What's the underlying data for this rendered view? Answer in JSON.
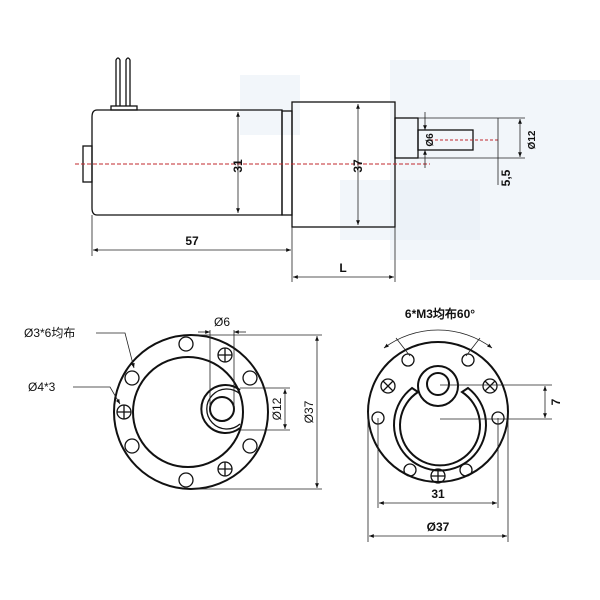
{
  "colors": {
    "line": "#111111",
    "centerline": "#c0282d",
    "background_accent": "#c9d8e8"
  },
  "side_view": {
    "dim_motor_diameter": "31",
    "dim_gearbox_diameter": "37",
    "dim_motor_length": "57",
    "dim_gearbox_length": "L",
    "dim_shaft_flat": "Ø6",
    "dim_shaft_collar": "Ø12",
    "dim_offset": "5,5"
  },
  "front_view": {
    "label_holes_small": "Ø3*6均布",
    "label_holes_large": "Ø4*3",
    "dim_shaft": "Ø6",
    "dim_hub": "Ø12",
    "dim_outer": "Ø37"
  },
  "rear_view": {
    "label_threads": "6*M3均布60°",
    "dim_offset": "7",
    "dim_hole_pitch": "31",
    "dim_outer": "Ø37"
  }
}
